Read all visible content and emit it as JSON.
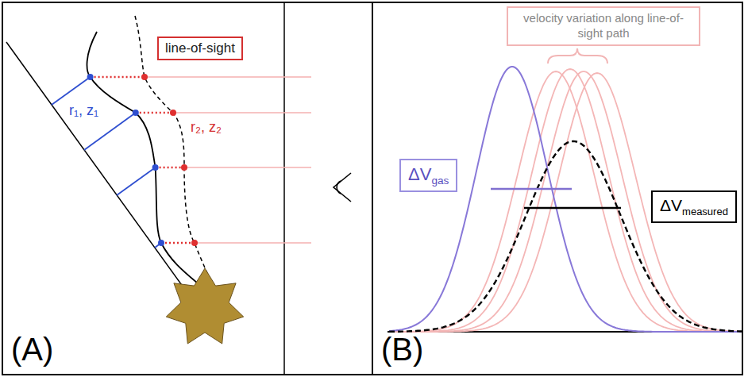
{
  "diagram": {
    "nodes": [
      {
        "text": [
          "(A)"
        ]
      },
      {
        "text": [
          "line-of-sight"
        ],
        "in": 0
      },
      {
        "text": [
          "(B)"
        ]
      },
      {
        "text": [
          "velocity variation along line-of-sight path"
        ],
        "in": 2
      },
      {
        "text": [
          "ΔV",
          "gas"
        ],
        "in": 2
      },
      {
        "text": [
          "ΔV",
          "measured"
        ],
        "in": 2
      }
    ],
    "labels": [
      "r₁, z₁",
      "r₂, z₂"
    ]
  }
}
